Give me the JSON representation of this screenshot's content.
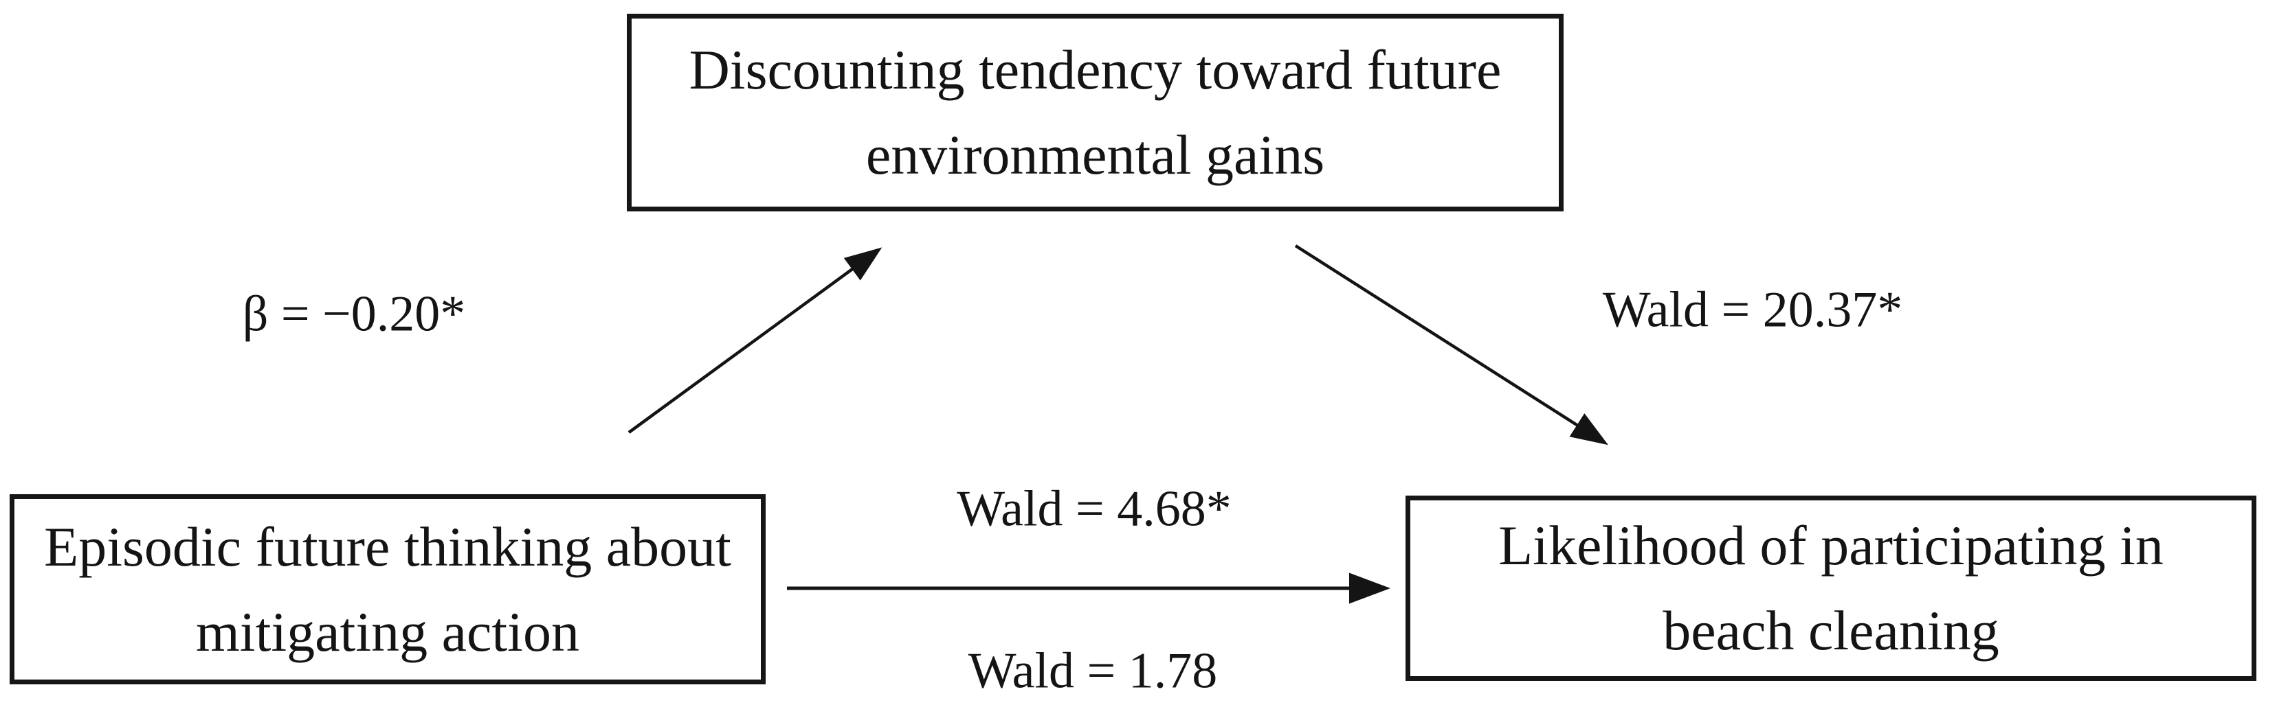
{
  "figure": {
    "type": "mediation-path-diagram",
    "nodes": {
      "mediator": {
        "lines": [
          "Discounting tendency toward future",
          "environmental gains"
        ]
      },
      "predictor": {
        "lines": [
          "Episodic future thinking about",
          "mitigating action"
        ]
      },
      "outcome": {
        "lines": [
          "Likelihood of participating in",
          "beach cleaning"
        ]
      }
    },
    "paths": {
      "a": {
        "from": "predictor",
        "to": "mediator",
        "label": "β = −0.20*"
      },
      "b": {
        "from": "mediator",
        "to": "outcome",
        "label": "Wald = 20.37*"
      },
      "direct": {
        "from": "predictor",
        "to": "outcome",
        "label": "Wald = 4.68*"
      },
      "total": {
        "from": "predictor",
        "to": "outcome",
        "label": "Wald = 1.78"
      }
    },
    "colors": {
      "background": "#ffffff",
      "line": "#141414",
      "text": "#141414",
      "box_border": "#161616",
      "box_fill": "#ffffff"
    }
  }
}
